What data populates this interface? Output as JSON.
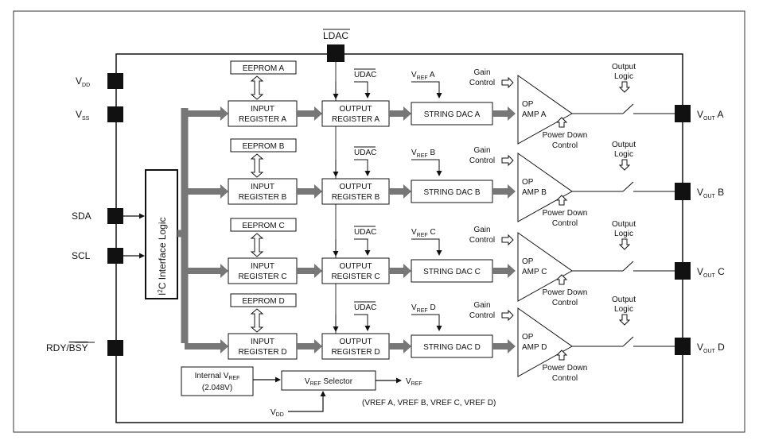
{
  "pins": {
    "vdd": {
      "base": "V",
      "sub": "DD"
    },
    "vss": {
      "base": "V",
      "sub": "SS"
    },
    "sda": "SDA",
    "scl": "SCL",
    "rdy": "RDY/",
    "rdy_bar": "BSY",
    "ldac": "LDAC"
  },
  "interface_logic": {
    "prefix": "I",
    "sup": "2",
    "rest": "C Interface Logic"
  },
  "channels": [
    {
      "eeprom": "EEPROM A",
      "input1": "INPUT",
      "input2": "REGISTER A",
      "output1": "OUTPUT",
      "output2": "REGISTER A",
      "ldac": "UDAC",
      "vref_base": "V",
      "vref_sub": "REF",
      "vref_suffix": " A",
      "string_dac": "STRING DAC A",
      "opamp1": "OP",
      "opamp2": "AMP A",
      "gain1": "Gain",
      "gain2": "Control",
      "pd1": "Power Down",
      "pd2": "Control",
      "outlogic1": "Output",
      "outlogic2": "Logic",
      "vout_base": "V",
      "vout_sub": "OUT",
      "vout_suffix": " A"
    },
    {
      "eeprom": "EEPROM B",
      "input1": "INPUT",
      "input2": "REGISTER B",
      "output1": "OUTPUT",
      "output2": "REGISTER B",
      "ldac": "UDAC",
      "vref_base": "V",
      "vref_sub": "REF",
      "vref_suffix": " B",
      "string_dac": "STRING DAC B",
      "opamp1": "OP",
      "opamp2": "AMP B",
      "gain1": "Gain",
      "gain2": "Control",
      "pd1": "Power Down",
      "pd2": "Control",
      "outlogic1": "Output",
      "outlogic2": "Logic",
      "vout_base": "V",
      "vout_sub": "OUT",
      "vout_suffix": " B"
    },
    {
      "eeprom": "EEPROM C",
      "input1": "INPUT",
      "input2": "REGISTER C",
      "output1": "OUTPUT",
      "output2": "REGISTER C",
      "ldac": "UDAC",
      "vref_base": "V",
      "vref_sub": "REF",
      "vref_suffix": " C",
      "string_dac": "STRING DAC C",
      "opamp1": "OP",
      "opamp2": "AMP C",
      "gain1": "Gain",
      "gain2": "Control",
      "pd1": "Power Down",
      "pd2": "Control",
      "outlogic1": "Output",
      "outlogic2": "Logic",
      "vout_base": "V",
      "vout_sub": "OUT",
      "vout_suffix": " C"
    },
    {
      "eeprom": "EEPROM D",
      "input1": "INPUT",
      "input2": "REGISTER D",
      "output1": "OUTPUT",
      "output2": "REGISTER D",
      "ldac": "UDAC",
      "vref_base": "V",
      "vref_sub": "REF",
      "vref_suffix": " D",
      "string_dac": "STRING DAC D",
      "opamp1": "OP",
      "opamp2": "AMP D",
      "gain1": "Gain",
      "gain2": "Control",
      "pd1": "Power Down",
      "pd2": "Control",
      "outlogic1": "Output",
      "outlogic2": "Logic",
      "vout_base": "V",
      "vout_sub": "OUT",
      "vout_suffix": " D"
    }
  ],
  "bottom": {
    "internal_vref1_base": "Internal V",
    "internal_vref1_sub": "REF",
    "internal_vref2": "(2.048V)",
    "selector_base": "V",
    "selector_sub": "REF",
    "selector_rest": " Selector",
    "vref_out_base": "V",
    "vref_out_sub": "REF",
    "vdd_base": "V",
    "vdd_sub": "DD",
    "list": "(VREF A, VREF B, VREF C, VREF D)"
  }
}
